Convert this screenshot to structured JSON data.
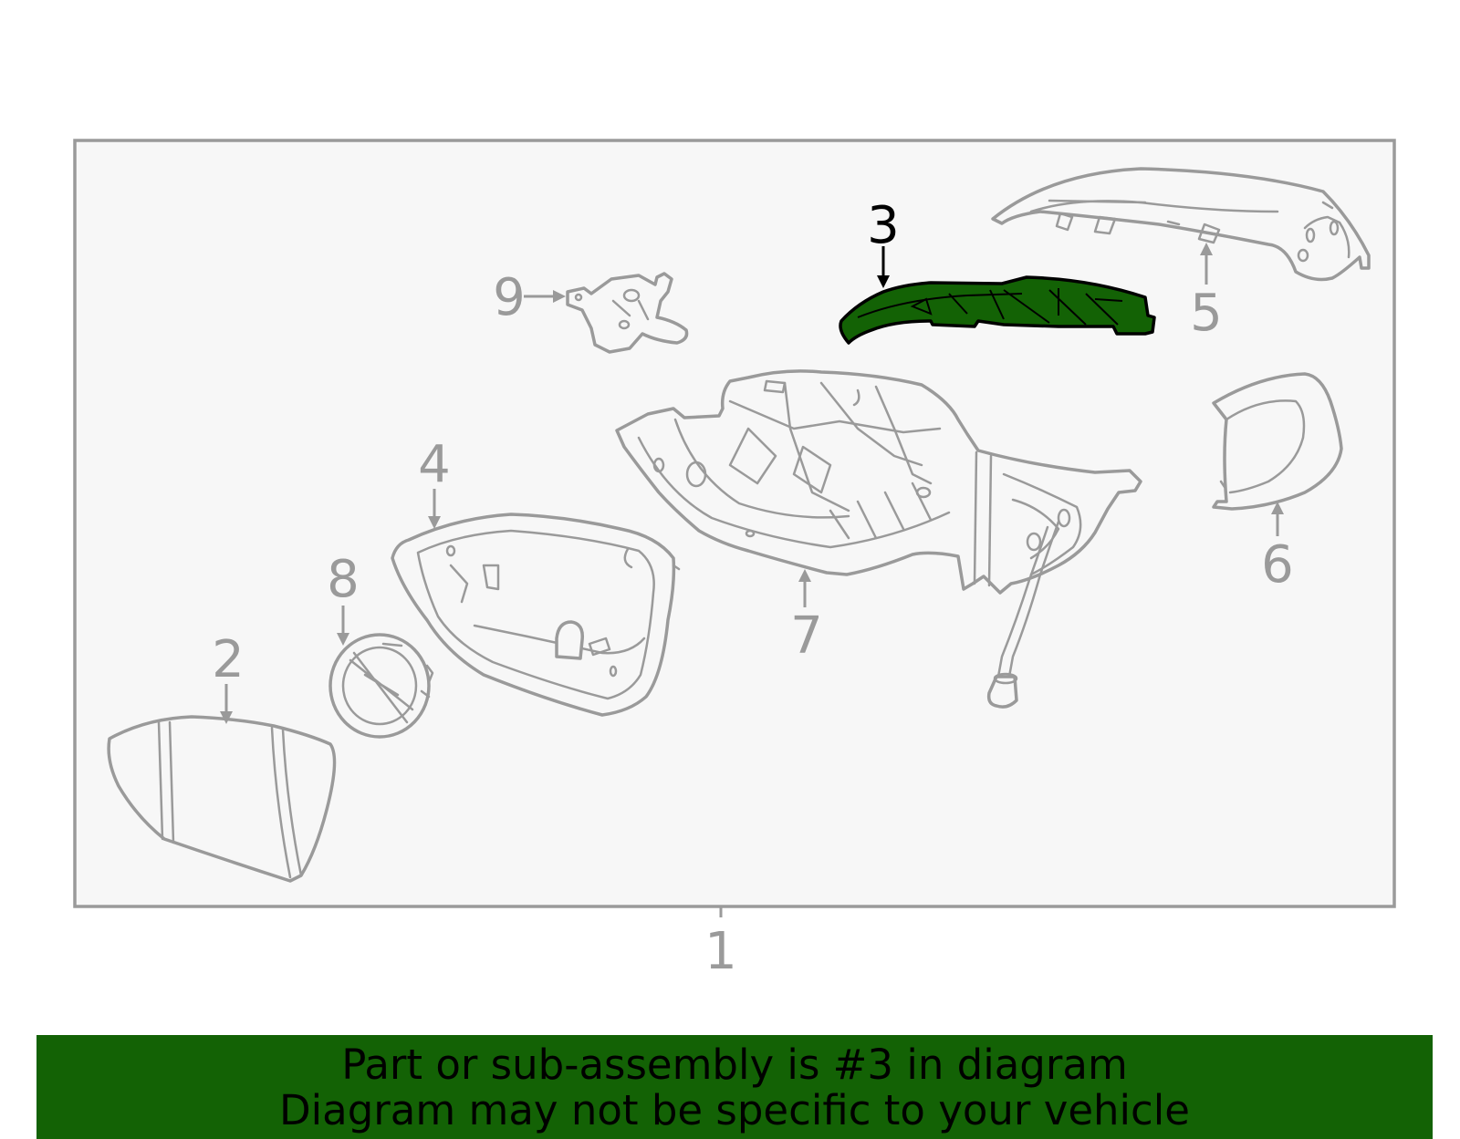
{
  "callouts": {
    "c1": "1",
    "c2": "2",
    "c3": "3",
    "c4": "4",
    "c5": "5",
    "c6": "6",
    "c7": "7",
    "c8": "8",
    "c9": "9"
  },
  "highlighted_part": "3",
  "colors": {
    "highlight": "#136205",
    "outline": "#9a9a9a",
    "panel": "#f7f7f7",
    "banner": "#136205"
  },
  "banner": {
    "line1": "Part or sub-assembly is #3 in diagram",
    "line2": "Diagram may not be specific to your vehicle"
  }
}
